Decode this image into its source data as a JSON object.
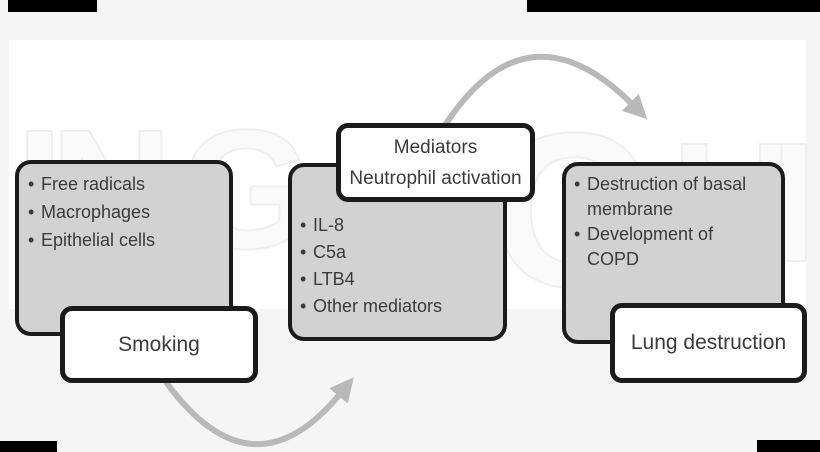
{
  "bullet_char": "•",
  "stages": {
    "smoking": {
      "label": "Smoking",
      "bullets": [
        "Free radicals",
        "Macrophages",
        "Epithelial cells"
      ]
    },
    "mediators": {
      "label_line1": "Mediators",
      "label_line2": "Neutrophil activation",
      "bullets": [
        "IL-8",
        "C5a",
        "LTB4",
        "Other mediators"
      ]
    },
    "destruction": {
      "label": "Lung destruction",
      "bullets": [
        "Destruction of basal membrane",
        "Development of COPD"
      ]
    }
  },
  "watermark": {
    "letters": [
      "I",
      "N",
      "G",
      "C",
      "U",
      "I"
    ]
  },
  "colors": {
    "background": "#f5f5f5",
    "panel": "#ffffff",
    "box_fill": "#d2d2d2",
    "box_border": "#1b1b1b",
    "label_fill": "#ffffff",
    "text": "#3b3b3b",
    "arrow": "#b9b9b9",
    "edge_artifact": "#000000"
  }
}
